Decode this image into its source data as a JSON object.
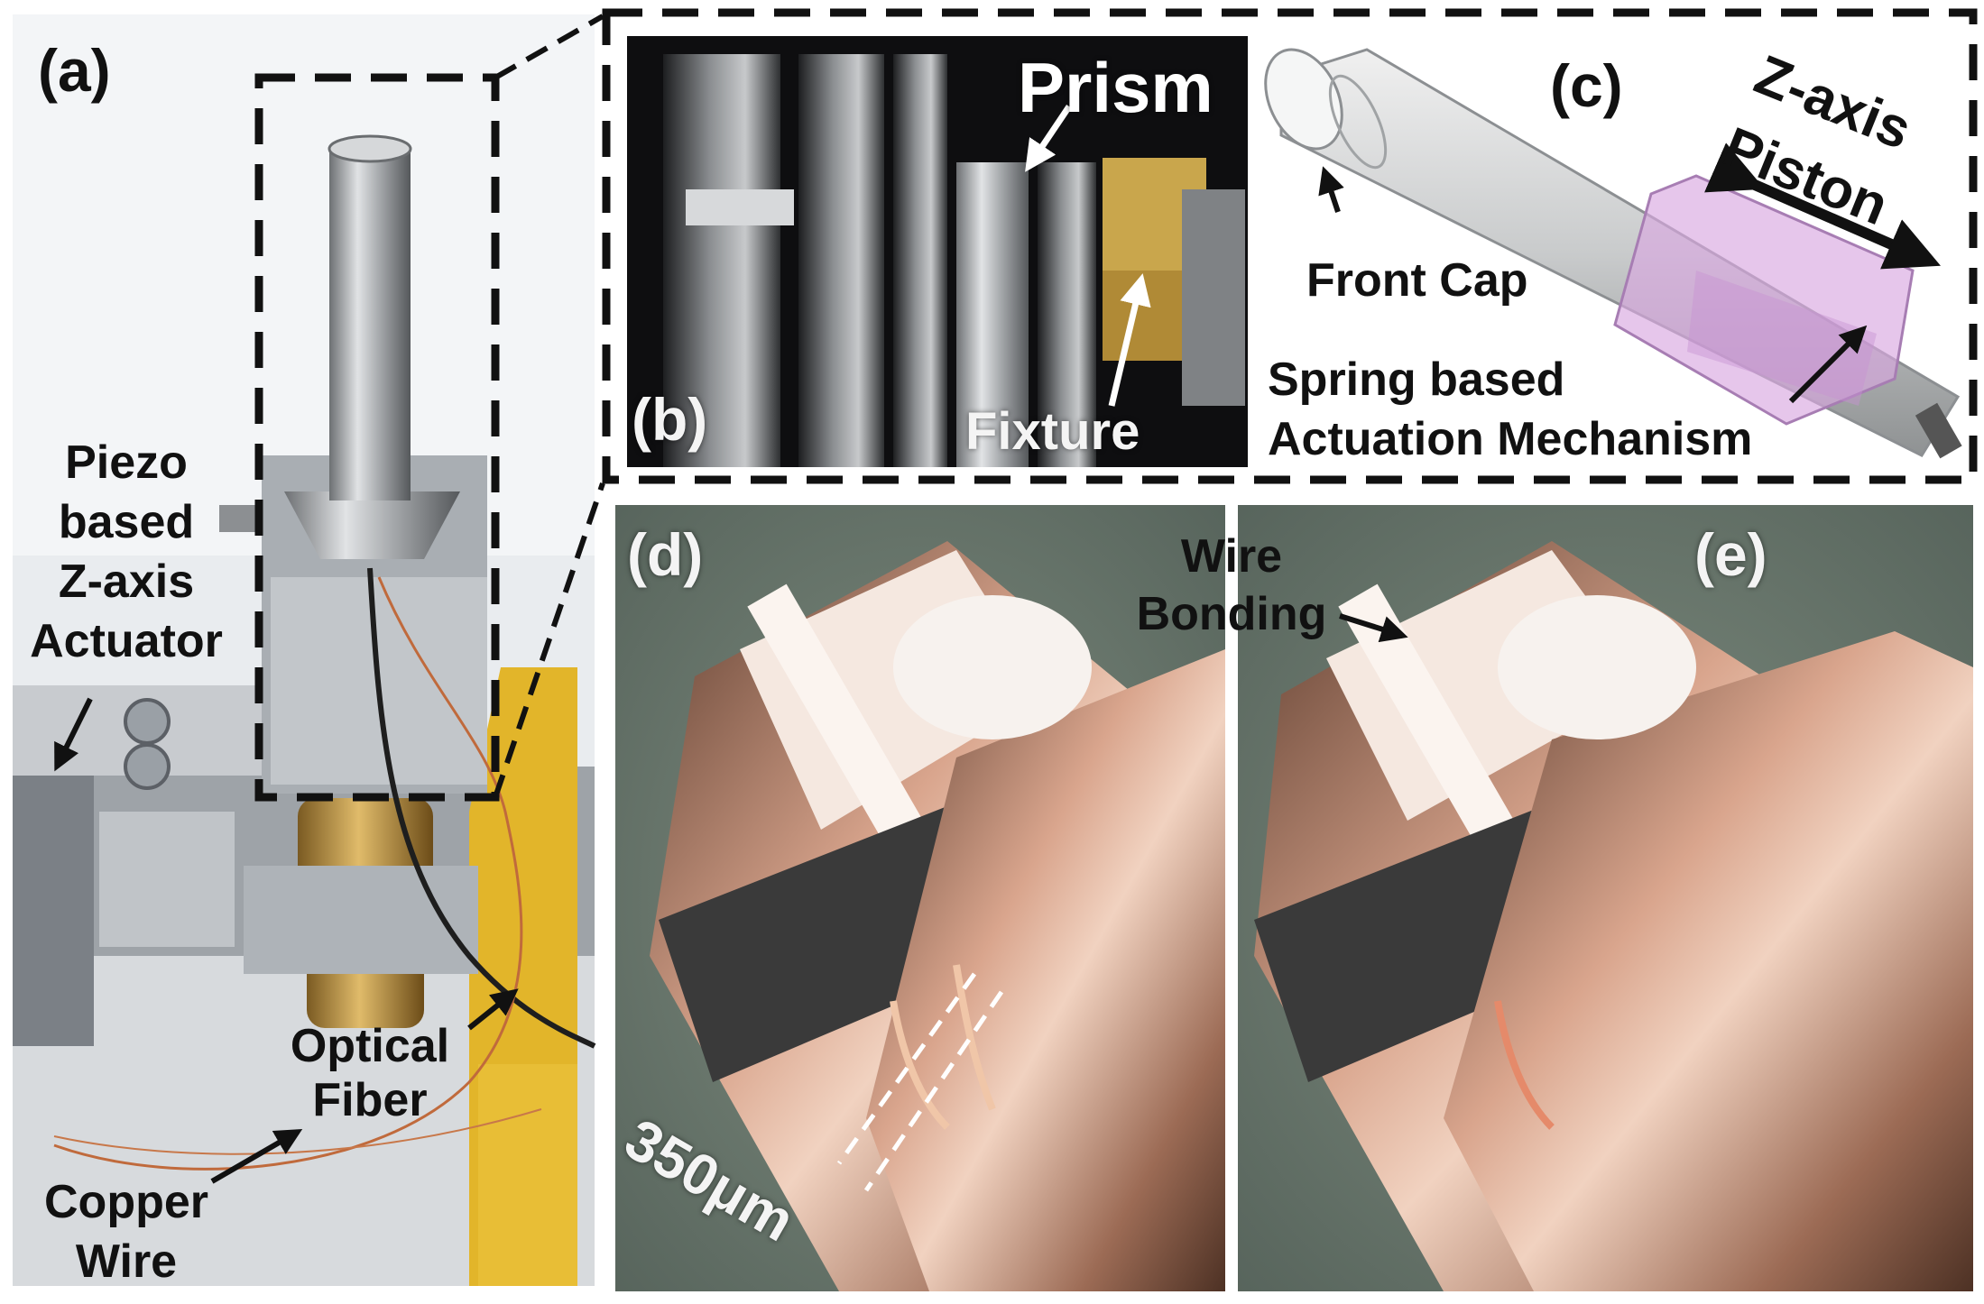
{
  "panels": {
    "a": {
      "label": "(a)",
      "annotations": {
        "piezo_line1": "Piezo",
        "piezo_line2": "based",
        "piezo_line3": "Z-axis",
        "piezo_line4": "Actuator",
        "optical_line1": "Optical",
        "optical_line2": "Fiber",
        "copper_line1": "Copper",
        "copper_line2": "Wire"
      }
    },
    "b": {
      "label": "(b)",
      "annotations": {
        "prism": "Prism",
        "fixture": "Fixture"
      }
    },
    "c": {
      "label": "(c)",
      "annotations": {
        "zaxis": "Z-axis",
        "piston": "Piston",
        "front_cap": "Front Cap",
        "spring_line1": "Spring based",
        "spring_line2": "Actuation Mechanism"
      }
    },
    "d": {
      "label": "(d)",
      "annotations": {
        "scale": "350μm"
      }
    },
    "e": {
      "label": "(e)",
      "annotations": {
        "wire_line1": "Wire",
        "wire_line2": "Bonding"
      }
    }
  },
  "colors": {
    "figure_background": "#ffffff",
    "outline": "#111111",
    "metal": "#b9bcbf",
    "kapton_tape": "#e2b52a",
    "brass": "#b88a3c",
    "copper": "#b87a55",
    "microscope_background": "#6f7e72",
    "piston_transparent": "#d9a7e0"
  }
}
